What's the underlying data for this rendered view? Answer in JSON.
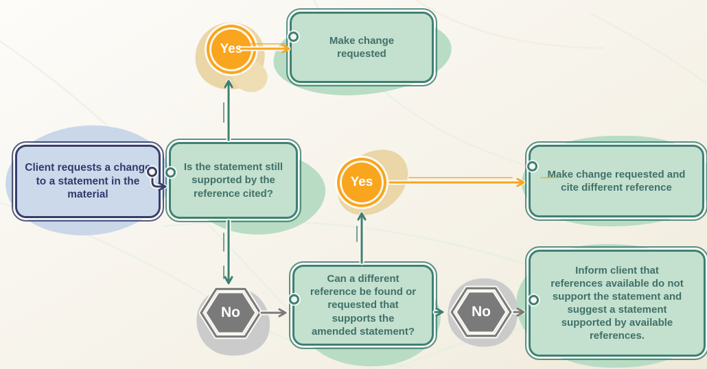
{
  "diagram": {
    "nodes": {
      "start": {
        "text": "Client requests a change to a statement in the material"
      },
      "q1": {
        "text": "Is the statement still supported by the reference cited?"
      },
      "yes1": {
        "label": "Yes"
      },
      "no1": {
        "label": "No"
      },
      "outcome1": {
        "text": "Make change requested"
      },
      "q2": {
        "text": "Can a different reference be found or requested that supports the amended statement?"
      },
      "yes2": {
        "label": "Yes"
      },
      "no2": {
        "label": "No"
      },
      "outcome2": {
        "text": "Make change requested and cite different reference"
      },
      "outcome3": {
        "text": "Inform client that references available do not support the statement and suggest a statement supported by available references."
      }
    },
    "colors": {
      "teal": "#3E8073",
      "teal_text": "#41706A",
      "green_fill": "#C3E1CE",
      "green_blob": "#B9DCC5",
      "navy": "#383E68",
      "navy_text": "#33396B",
      "blue_fill": "#CBD9EB",
      "blue_blob": "#C9D7E9",
      "orange": "#F9A51E",
      "tan_blob": "#EAD6A6",
      "gray": "#7A7A7A",
      "gray_blob": "#CBCBCB"
    }
  }
}
